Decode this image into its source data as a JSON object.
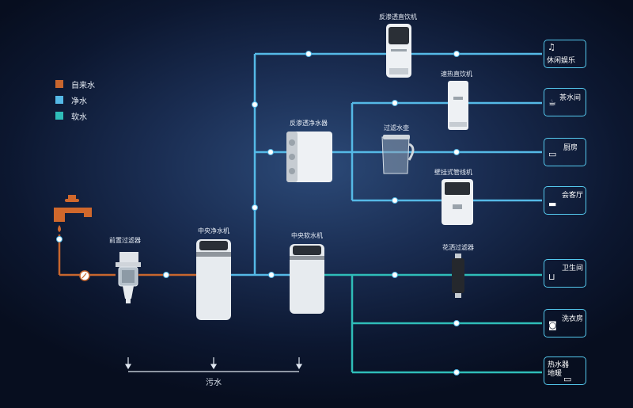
{
  "legend": {
    "items": [
      {
        "label": "自来水",
        "color": "#c8662e"
      },
      {
        "label": "净水",
        "color": "#55b9e6"
      },
      {
        "label": "软水",
        "color": "#2fbdb8"
      }
    ]
  },
  "devices": {
    "pre_filter": "前置过滤器",
    "central_purifier": "中央净水机",
    "central_softener": "中央软水机",
    "ro_purifier": "反渗透净水器",
    "ro_dispenser": "反渗透直饮机",
    "instant_heater": "速热直饮机",
    "filter_kettle": "过滤水壶",
    "wall_pipeline": "壁挂式管线机",
    "shower_filter": "花洒过滤器"
  },
  "rooms": {
    "leisure": "休闲娱乐",
    "tea": "茶水间",
    "kitchen": "厨房",
    "living": "会客厅",
    "bathroom": "卫生间",
    "laundry": "洗衣房",
    "heater_line1": "热水器",
    "heater_line2": "地暖"
  },
  "sewage": "污水",
  "colors": {
    "tap_water": "#c8662e",
    "pure_water": "#55b9e6",
    "soft_water": "#2fbdb8",
    "room_border": "#55c9ee"
  }
}
